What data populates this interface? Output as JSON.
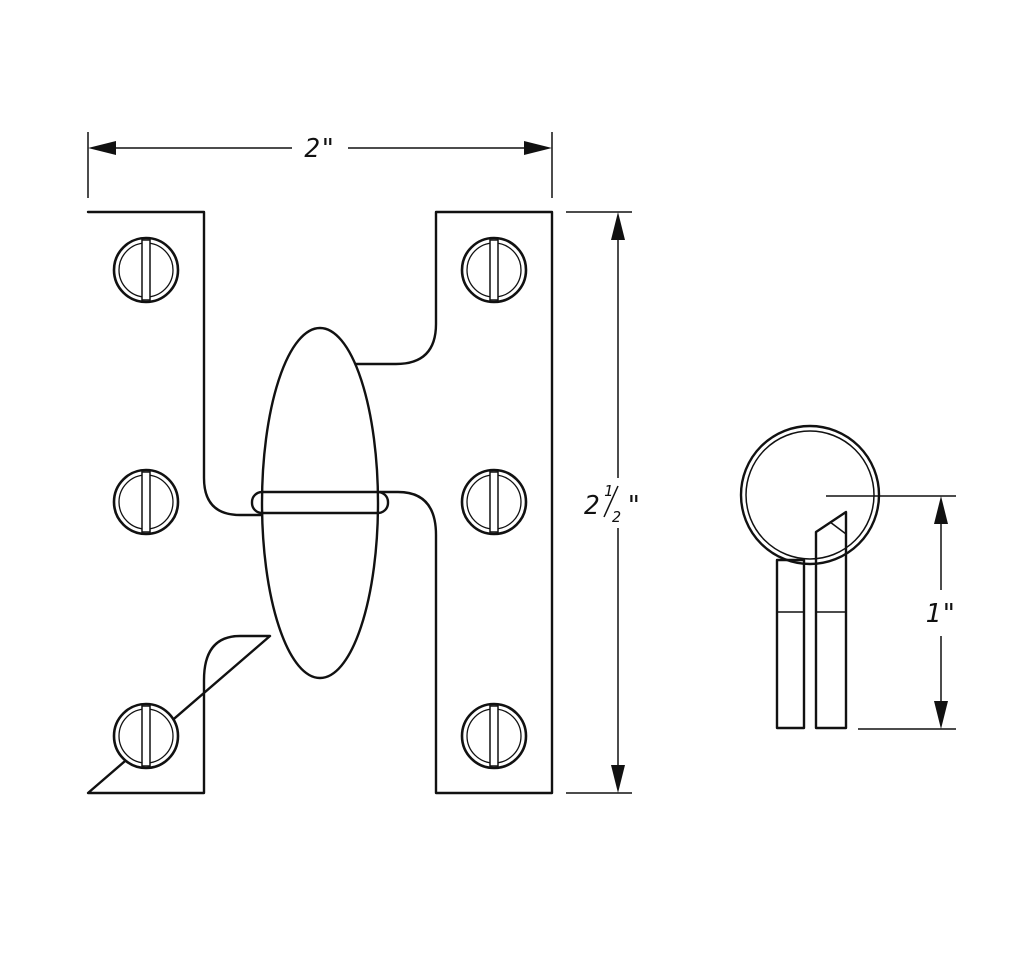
{
  "dimensions": {
    "width": {
      "value": "2",
      "unit": "\""
    },
    "height": {
      "whole": "2",
      "numerator": "1",
      "denominator": "2",
      "unit": "\""
    },
    "knuckle_offset": {
      "value": "1",
      "unit": "\""
    }
  }
}
